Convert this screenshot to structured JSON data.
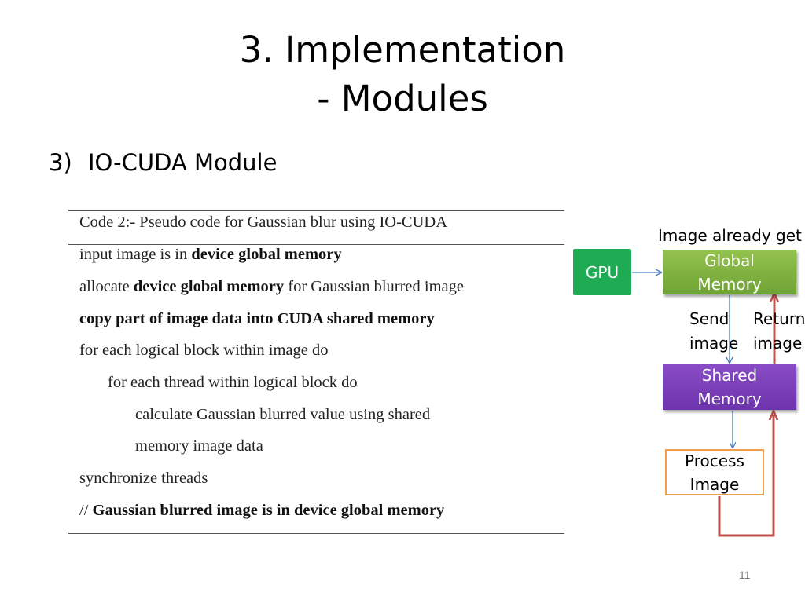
{
  "title": {
    "line1": "3. Implementation",
    "line2": "- Modules"
  },
  "subheading": {
    "number": "3)",
    "text": "IO-CUDA Module"
  },
  "code": {
    "caption": "Code 2:- Pseudo code for Gaussian blur using IO-CUDA",
    "lines": [
      {
        "parts": [
          {
            "text": "input image is in ",
            "bold": false
          },
          {
            "text": "device global memory",
            "bold": true
          }
        ]
      },
      {
        "parts": [
          {
            "text": "allocate ",
            "bold": false
          },
          {
            "text": "device global memory",
            "bold": true
          },
          {
            "text": " for Gaussian blurred image",
            "bold": false
          }
        ]
      },
      {
        "parts": [
          {
            "text": "copy part of image data into CUDA shared memory",
            "bold": true
          }
        ]
      },
      {
        "parts": [
          {
            "text": "for each logical block within image do",
            "bold": false
          }
        ]
      },
      {
        "parts": [
          {
            "text": "for each thread within logical block do",
            "bold": false
          }
        ]
      },
      {
        "parts": [
          {
            "text": "calculate Gaussian blurred value using shared",
            "bold": false
          }
        ]
      },
      {
        "parts": [
          {
            "text": "memory image data",
            "bold": false
          }
        ]
      },
      {
        "parts": [
          {
            "text": "synchronize threads",
            "bold": false
          }
        ]
      },
      {
        "parts": [
          {
            "text": "// ",
            "bold": false
          },
          {
            "text": "Gaussian blurred image is in device global memory",
            "bold": true
          }
        ]
      }
    ]
  },
  "diagram": {
    "top_label": "Image already get",
    "gpu": "GPU",
    "global_memory": [
      "Global",
      "Memory"
    ],
    "send_label": [
      "Send",
      "image"
    ],
    "return_label": [
      "Return",
      "image"
    ],
    "shared_memory": [
      "Shared",
      "Memory"
    ],
    "process_image": [
      "Process",
      "Image"
    ],
    "colors": {
      "gpu": "#1faa54",
      "global_memory": "#7fb13f",
      "shared_memory": "#7a3fbb",
      "process_border": "#f0a04a",
      "blue_arrow": "#4a7cc0",
      "red_arrow": "#c0504d"
    }
  },
  "page_number": "11"
}
